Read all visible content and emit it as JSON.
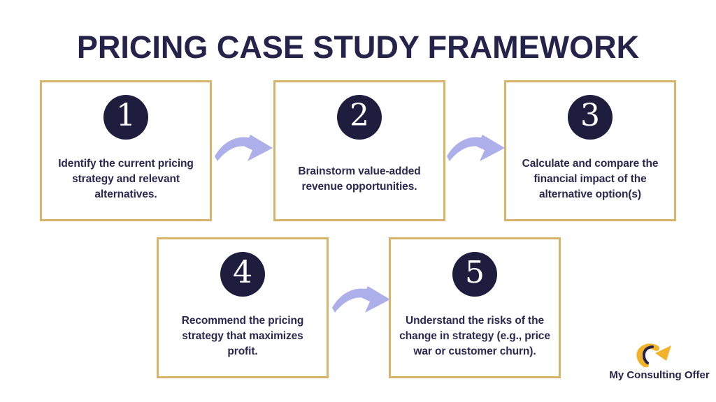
{
  "title": "PRICING CASE STUDY FRAMEWORK",
  "steps": [
    {
      "number": "1",
      "text": "Identify the current pricing\nstrategy and relevant\nalternatives."
    },
    {
      "number": "2",
      "text": "Brainstorm value-added\nrevenue opportunities."
    },
    {
      "number": "3",
      "text": "Calculate and compare the\nfinancial impact of the\nalternative option(s)"
    },
    {
      "number": "4",
      "text": "Recommend the pricing\nstrategy that maximizes\nprofit."
    },
    {
      "number": "5",
      "text": "Understand the risks of the\nchange in strategy (e.g., price\nwar or customer churn)."
    }
  ],
  "logo": {
    "text": "My Consulting Offer"
  },
  "icons": {
    "step_connector": "curved-right-arrow",
    "logo_mark": "gold-swoosh-up-right-arrow"
  },
  "colors": {
    "background": "#FFFFFF",
    "title_navy": "#26234B",
    "body_text_navy": "#2B2850",
    "circle_fill": "#1E1D3D",
    "number_white": "#FFFFFF",
    "box_border_gold": "#D7B469",
    "connector_lavender": "#ACAFE9",
    "logo_gold": "#F2B32B"
  }
}
